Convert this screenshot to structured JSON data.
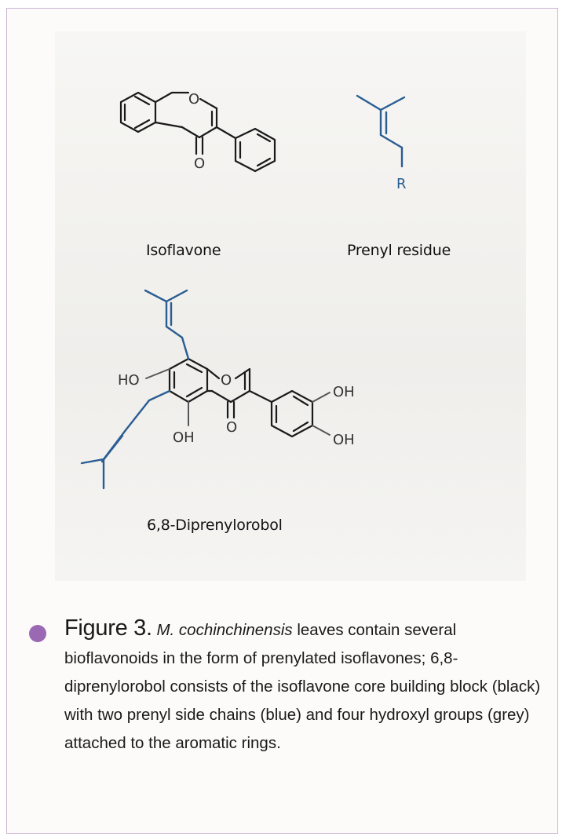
{
  "labels": {
    "isoflavone": "Isoflavone",
    "prenyl_residue": "Prenyl residue",
    "diprenylorobol": "6,8-Diprenylorobol"
  },
  "atoms": {
    "oxygen": "O",
    "r_group": "R",
    "hydroxyl_left": "HO",
    "hydroxyl_right": "OH"
  },
  "caption": {
    "figure_number": "Figure 3.",
    "species": "M. cochinchinensis",
    "text": " leaves contain several bioflavonoids in the form of prenylated isoflavones; 6,8-diprenylorobol consists of the isoflavone core building block (black) with two prenyl side chains (blue) and four hydroxyl groups (grey) attached to the aromatic rings."
  },
  "colors": {
    "core": "#1a1a1a",
    "prenyl": "#2a5d92",
    "hydroxyl": "#555555",
    "bullet": "#9b68b3",
    "frame": "#c9b3d2"
  }
}
